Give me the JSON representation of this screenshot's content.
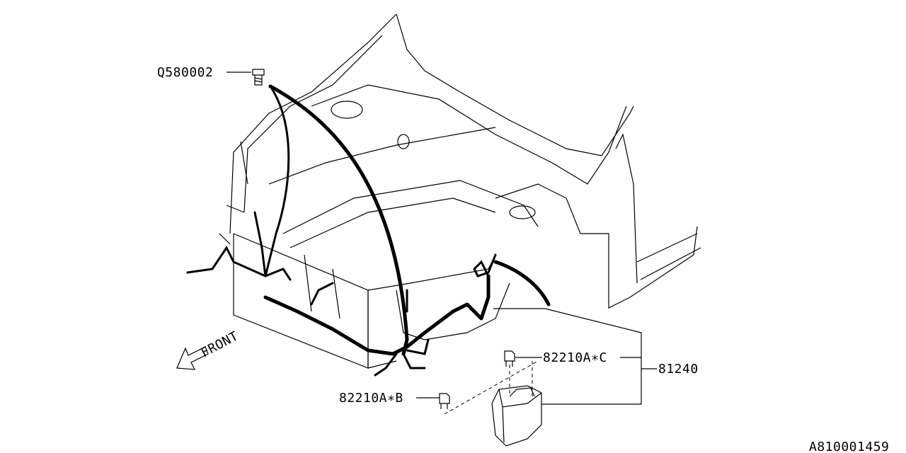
{
  "diagram": {
    "callouts": {
      "bolt": "Q580002",
      "fuse_c": "82210A∗C",
      "fuse_b": "82210A∗B",
      "harness": "81240"
    },
    "direction_label": "FRONT",
    "drawing_id": "A810001459"
  }
}
